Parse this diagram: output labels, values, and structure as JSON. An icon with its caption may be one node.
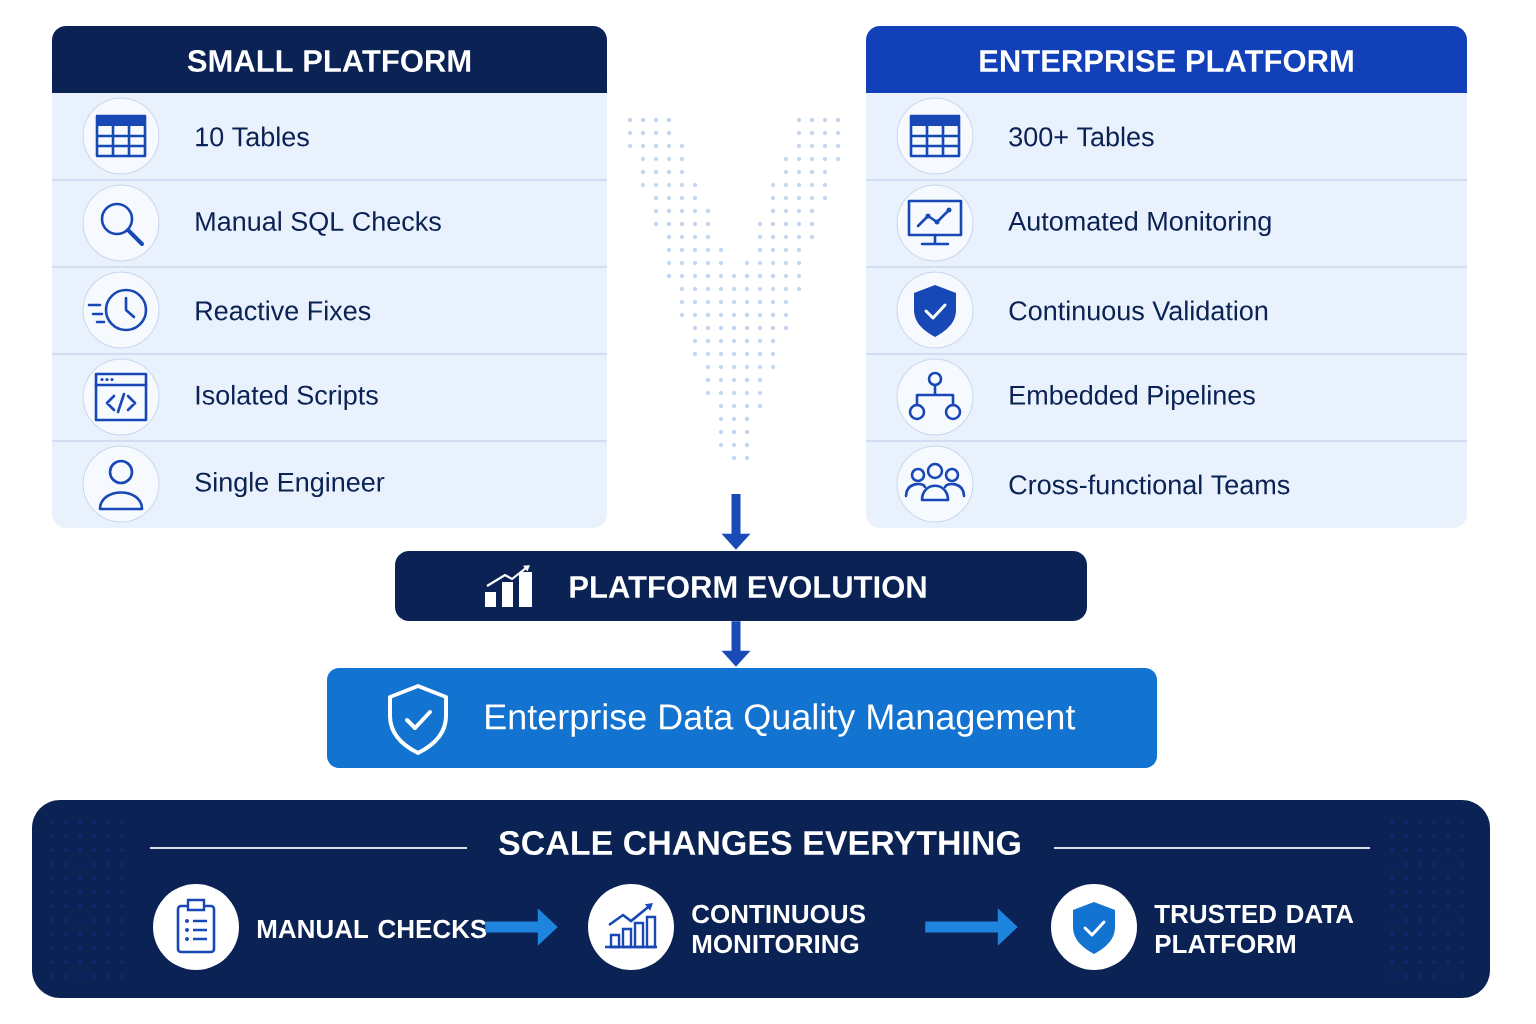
{
  "diagram": {
    "nodes": [
      {
        "text": [
          "SMALL PLATFORM"
        ]
      },
      {
        "text": [
          "10 Tables"
        ],
        "in": 0
      },
      {
        "text": [
          "Manual SQL Checks"
        ],
        "in": 0
      },
      {
        "text": [
          "Reactive Fixes"
        ],
        "in": 0
      },
      {
        "text": [
          "Isolated Scripts"
        ],
        "in": 0
      },
      {
        "text": [
          "Single Engineer"
        ],
        "in": 0
      },
      {
        "text": [
          "ENTERPRISE PLATFORM"
        ]
      },
      {
        "text": [
          "300+ Tables"
        ],
        "in": 6
      },
      {
        "text": [
          "Automated Monitoring"
        ],
        "in": 6
      },
      {
        "text": [
          "Continuous Validation"
        ],
        "in": 6
      },
      {
        "text": [
          "Embedded Pipelines"
        ],
        "in": 6
      },
      {
        "text": [
          "Cross-functional Teams"
        ],
        "in": 6
      },
      {
        "text": [
          "PLATFORM EVOLUTION"
        ]
      },
      {
        "text": [
          "Enterprise Data Quality Management"
        ]
      },
      {
        "text": [
          "SCALE CHANGES EVERYTHING"
        ]
      },
      {
        "text": [
          "MANUAL CHECKS"
        ],
        "in": 14
      },
      {
        "text": [
          "CONTINUOUS MONITORING"
        ],
        "in": 14
      },
      {
        "text": [
          "TRUSTED DATA PLATFORM"
        ],
        "in": 14
      }
    ],
    "edges": [
      {
        "from": null,
        "to": 12,
        "arrow": "to"
      },
      {
        "from": 12,
        "to": 13,
        "arrow": "to"
      },
      {
        "from": 15,
        "to": 16,
        "arrow": "to",
        "color": "#1f84dd"
      },
      {
        "from": 16,
        "to": 17,
        "arrow": "to",
        "color": "#1f84dd"
      }
    ]
  }
}
